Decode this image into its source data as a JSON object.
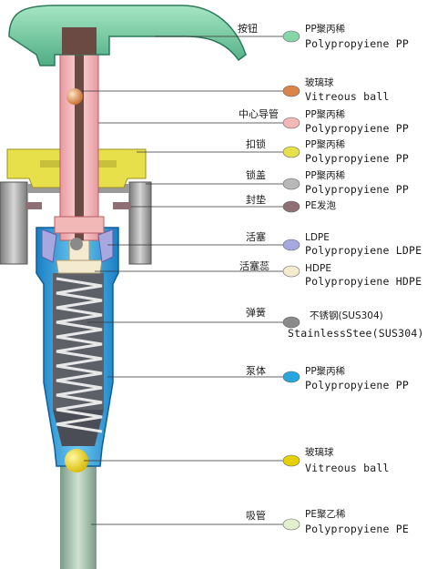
{
  "parts": [
    {
      "id": "button",
      "label": "按钮",
      "material": "PP聚丙稀",
      "material_en": "Polypropyiene PP",
      "dot_color": "#86d6a8"
    },
    {
      "id": "ball-top",
      "label": "",
      "material": "玻璃球",
      "material_en": "Vitreous ball",
      "dot_color": "#d9844a"
    },
    {
      "id": "guide-tube",
      "label": "中心导管",
      "material": "PP聚丙稀",
      "material_en": "Polypropyiene PP",
      "dot_color": "#f2b8b8"
    },
    {
      "id": "lock",
      "label": "扣锁",
      "material": "PP聚丙稀",
      "material_en": "Polypropyiene PP",
      "dot_color": "#e8e04a"
    },
    {
      "id": "cap",
      "label": "锁盖",
      "material": "PP聚丙稀",
      "material_en": "Polypropyiene PP",
      "dot_color": "#b8b8b8"
    },
    {
      "id": "gasket",
      "label": "封垫",
      "material": "PE发泡",
      "material_en": "",
      "dot_color": "#8e6f74"
    },
    {
      "id": "piston",
      "label": "活塞",
      "material": "LDPE",
      "material_en": "Polypropyiene LDPE",
      "dot_color": "#a7a8e0"
    },
    {
      "id": "piston-core",
      "label": "活塞蕊",
      "material": "HDPE",
      "material_en": "Polypropyiene HDPE",
      "dot_color": "#f3ead0"
    },
    {
      "id": "spring",
      "label": "弹簧",
      "material": "不锈钢(SUS304)",
      "material_en": "StainlessStee(SUS304)",
      "dot_color": "#8a8a8a"
    },
    {
      "id": "pump-body",
      "label": "泵体",
      "material": "PP聚丙稀",
      "material_en": "Polypropyiene PP",
      "dot_color": "#2aa6de"
    },
    {
      "id": "ball-bottom",
      "label": "",
      "material": "玻璃球",
      "material_en": "Vitreous ball",
      "dot_color": "#e6d000"
    },
    {
      "id": "straw",
      "label": "吸管",
      "material": "PE聚乙稀",
      "material_en": "Polypropyiene PE",
      "dot_color": "#e4efd0"
    }
  ]
}
